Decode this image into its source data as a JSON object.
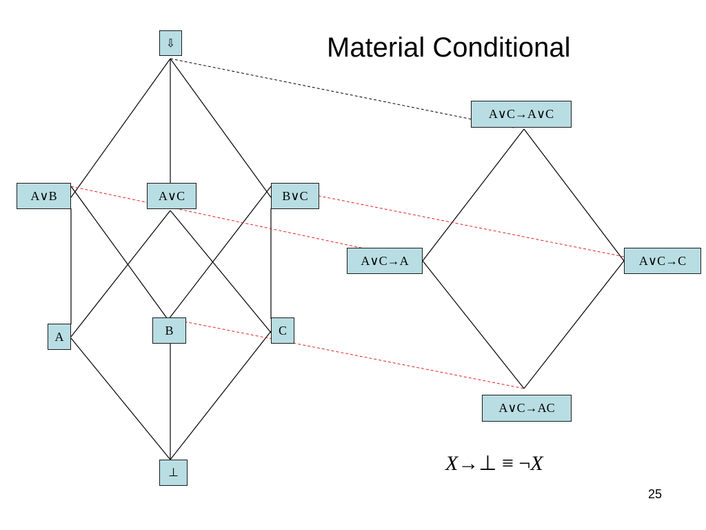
{
  "slide": {
    "title": "Material Conditional",
    "page_number": "25"
  },
  "left_lattice": {
    "top": "⇩",
    "a_or_b": "A∨B",
    "a_or_c": "A∨C",
    "b_or_c": "B∨C",
    "a": "A",
    "b": "B",
    "c": "C",
    "bottom": "⊥"
  },
  "right_lattice": {
    "top": "A∨C→A∨C",
    "left": "A∨C→A",
    "right": "A∨C→C",
    "bottom": "A∨C→AC"
  },
  "formula": {
    "var1": "X",
    "middle": "→⊥ ≡ ¬",
    "var2": "X"
  },
  "colors": {
    "node_fill": "#b8dde3",
    "correspondence_line": "#e02020",
    "top_link_line": "#000000"
  }
}
